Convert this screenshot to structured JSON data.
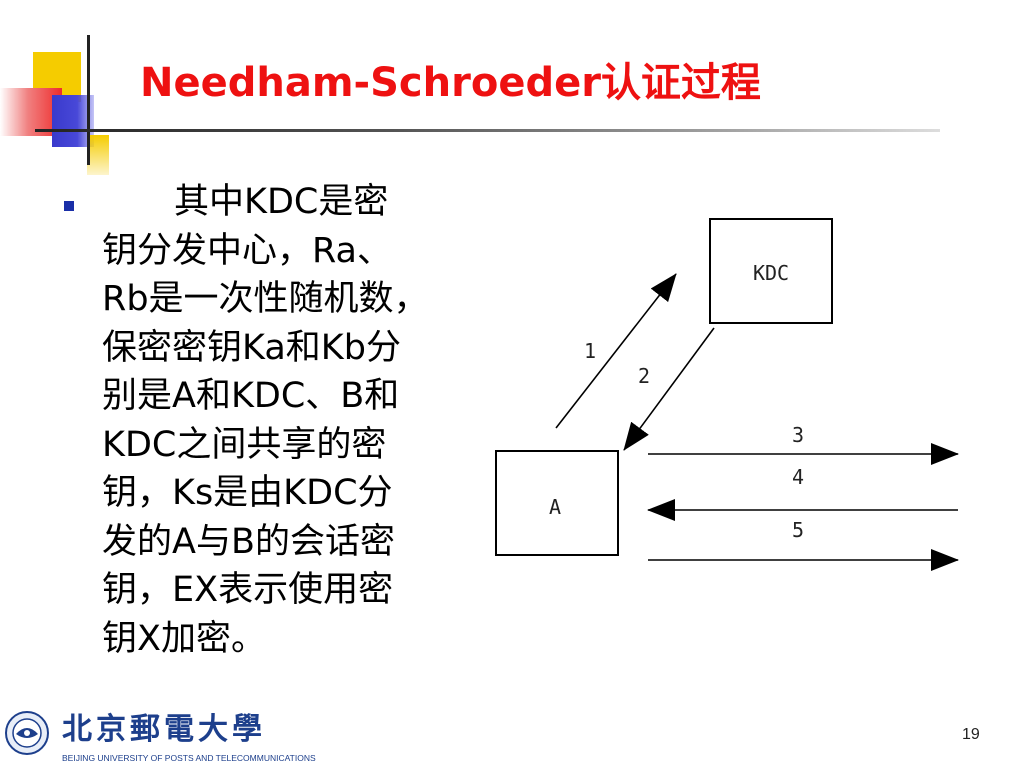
{
  "slide": {
    "title": "Needham-Schroeder认证过程",
    "body_lines": [
      "其中KDC是密",
      "钥分发中心，Ra、",
      "Rb是一次性随机数，",
      "保密密钥Ka和Kb分",
      "别是A和KDC、B和",
      "KDC之间共享的密",
      "钥，Ks是由KDC分",
      "发的A与B的会话密",
      "钥，EX表示使用密",
      "钥X加密。"
    ],
    "page_number": "19"
  },
  "diagram": {
    "kdc_label": "KDC",
    "a_label": "A",
    "arrow_labels": [
      "1",
      "2",
      "3",
      "4",
      "5"
    ]
  },
  "footer": {
    "university_cn": "北京郵電大學",
    "university_en": "BEIJING UNIVERSITY OF POSTS AND TELECOMMUNICATIONS"
  }
}
